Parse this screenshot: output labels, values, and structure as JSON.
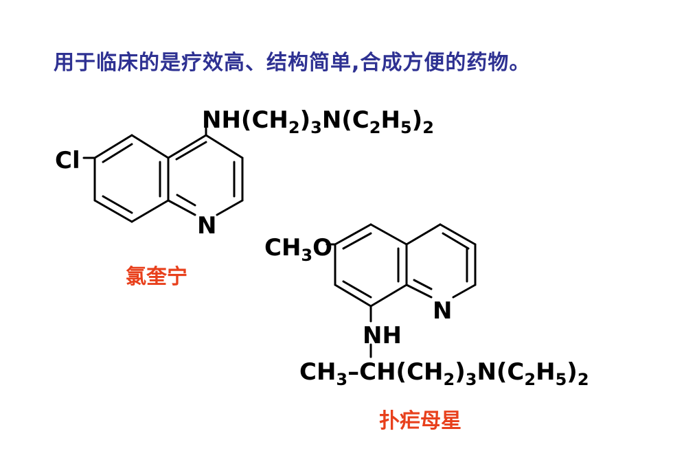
{
  "title": "用于临床的是疗效高、结构简单,合成方便的药物。",
  "colors": {
    "title": "#2E3192",
    "drug_name": "#E8401C",
    "structure": "#000000"
  },
  "chloroquine": {
    "name": "氯奎宁",
    "substituent": {
      "chain": "NH(CH",
      "sub1": "2",
      "mid1": ")",
      "sub2": "3",
      "mid2": "N(C",
      "sub3": "2",
      "mid3": "H",
      "sub4": "5",
      "mid4": ")",
      "sub5": "2"
    },
    "cl_label": "Cl",
    "ring_n_label": "N"
  },
  "primaquine": {
    "name": "扑疟母星",
    "methoxy": {
      "a": "CH",
      "sub": "3",
      "b": "O"
    },
    "ring_n_label": "N",
    "nh_label": "NH",
    "chain": {
      "a": "CH",
      "sub0": "3",
      "b": "–CH(CH",
      "sub1": "2",
      "c": ")",
      "sub2": "3",
      "d": "N(C",
      "sub3": "2",
      "e": "H",
      "sub4": "5",
      "f": ")",
      "sub5": "2"
    }
  }
}
